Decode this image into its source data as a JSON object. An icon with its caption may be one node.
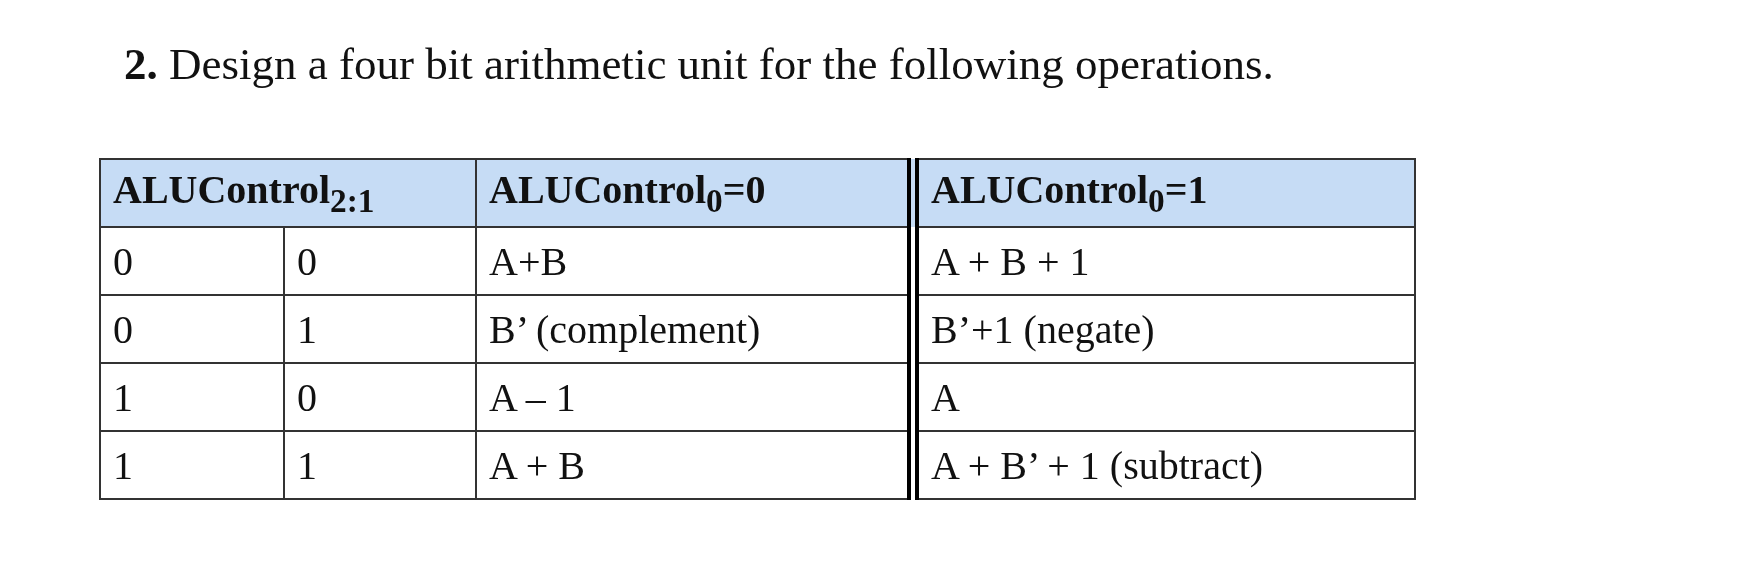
{
  "diagram": {
    "title": "**2.** Design a four bit arithmetic unit for the following operations.",
    "labels": [
      "ALUControl$_{2:1}$",
      "ALUControl$_{0}$=0",
      "ALUControl$_{0}$=1",
      "0",
      "0",
      "A+B",
      "A + B + 1",
      "0",
      "1",
      "B’ (complement)",
      "B’+1 (negate)",
      "1",
      "0",
      "A – 1",
      "A",
      "1",
      "1",
      "A + B",
      "A + B’ + 1 (subtract)"
    ]
  }
}
